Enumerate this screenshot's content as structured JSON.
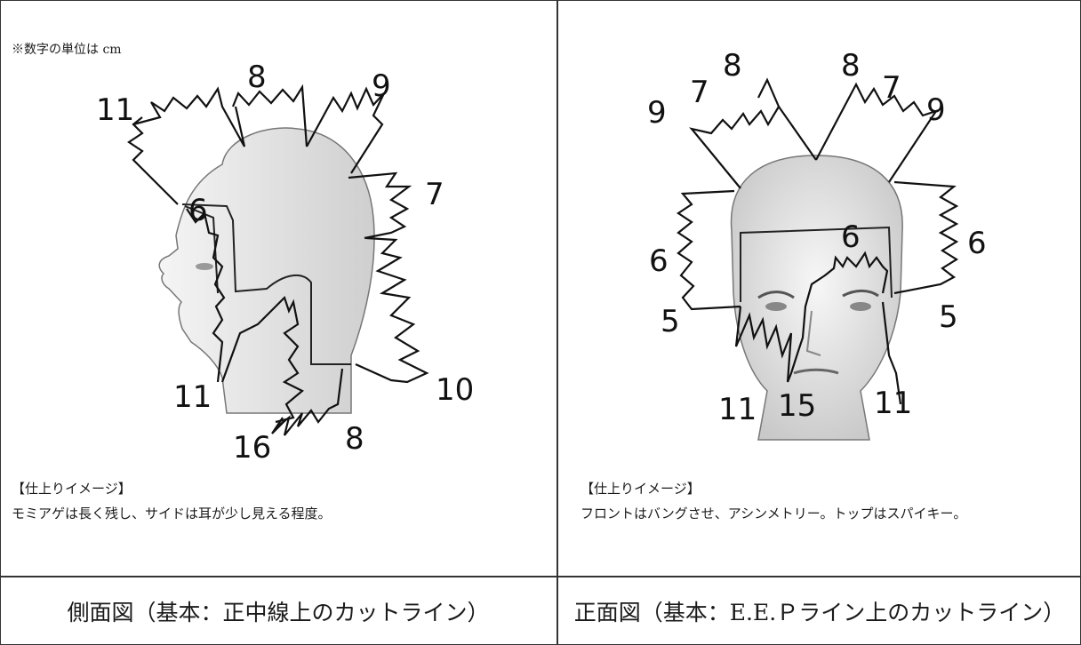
{
  "left_panel": {
    "unit_note": "※数字の単位は cm",
    "labels": {
      "l11_top": "11",
      "l8_top": "8",
      "l9_top": "9",
      "l7_right": "7",
      "l6": "6",
      "l11_bottom": "11",
      "l10": "10",
      "l16": "16",
      "l8_bottom": "8"
    },
    "caption_head": "【仕上りイメージ】",
    "caption_body": "モミアゲは長く残し、サイドは耳が少し見える程度。",
    "footer": "側面図（基本：正中線上のカットライン）"
  },
  "right_panel": {
    "labels": {
      "l9_left": "9",
      "l7_left": "7",
      "l8_left": "8",
      "l8_right": "8",
      "l7_right": "7",
      "l9_right": "9",
      "l6_left": "6",
      "l6_center": "6",
      "l6_right": "6",
      "l5_left": "5",
      "l5_right": "5",
      "l11_left": "11",
      "l15": "15",
      "l11_right": "11"
    },
    "caption_head": "【仕上りイメージ】",
    "caption_body": "フロントはバングさせ、アシンメトリー。トップはスパイキー。",
    "footer": "正面図（基本：E.E.Ｐライン上のカットライン）"
  }
}
